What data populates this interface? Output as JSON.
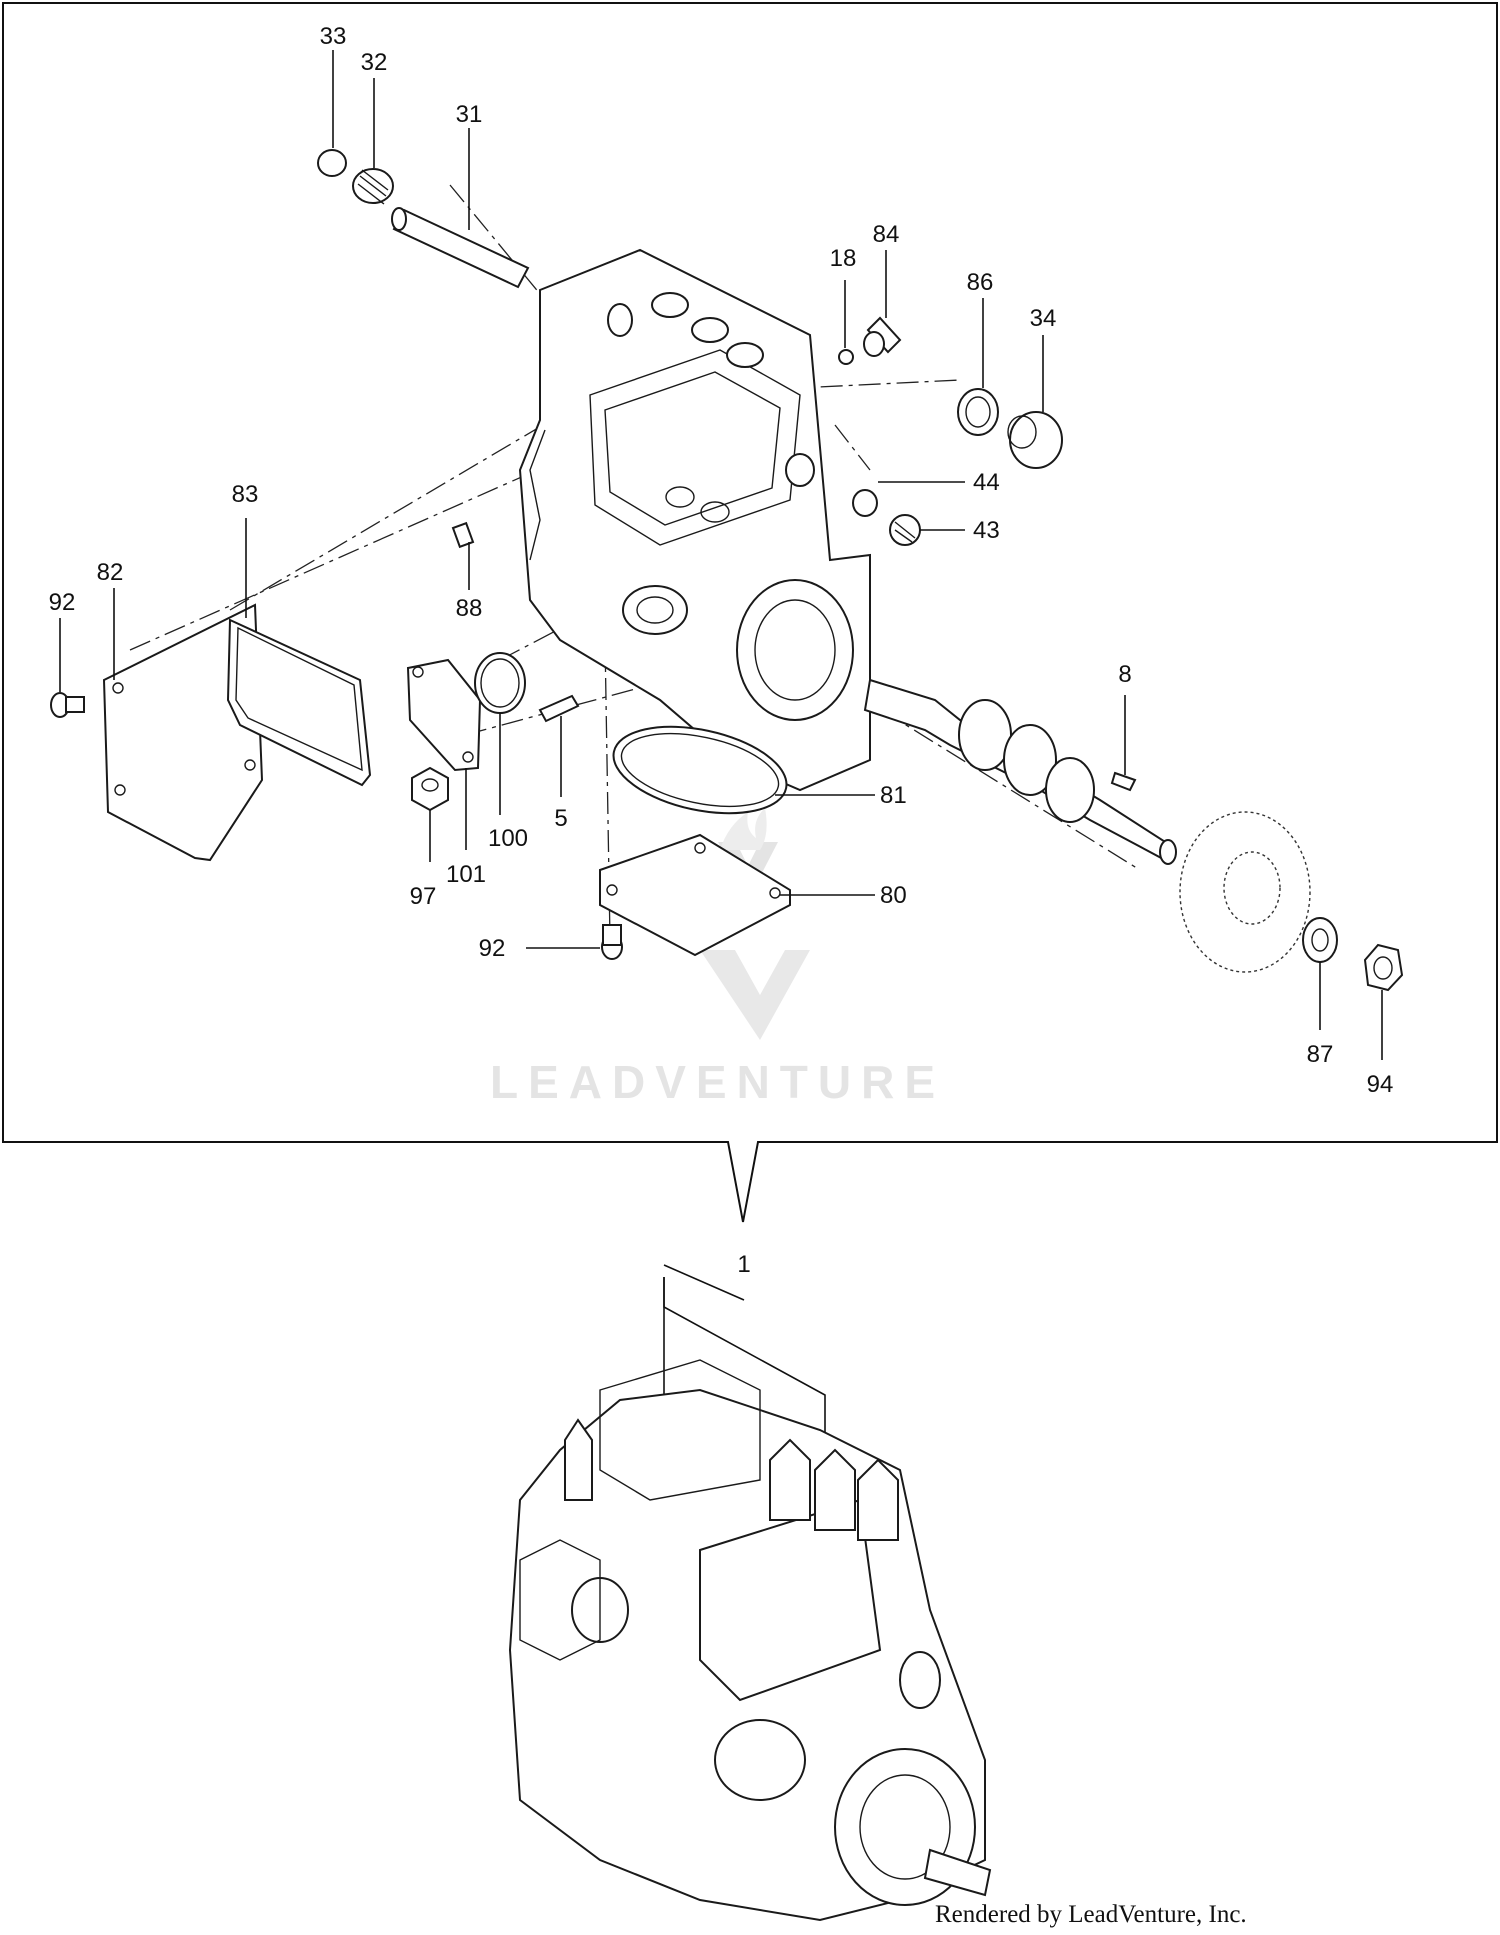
{
  "watermark_text": "LEADVENTURE",
  "credit_text": "Rendered by LeadVenture, Inc.",
  "callouts": {
    "c33": "33",
    "c32": "32",
    "c31": "31",
    "c18": "18",
    "c84": "84",
    "c86": "86",
    "c34": "34",
    "c44": "44",
    "c43": "43",
    "c83": "83",
    "c82": "82",
    "c92a": "92",
    "c88": "88",
    "c8": "8",
    "c81": "81",
    "c100": "100",
    "c5": "5",
    "c101": "101",
    "c97": "97",
    "c80": "80",
    "c92b": "92",
    "c87": "87",
    "c94": "94",
    "c1": "1"
  },
  "icons": [
    "leadventure-logo-watermark"
  ]
}
